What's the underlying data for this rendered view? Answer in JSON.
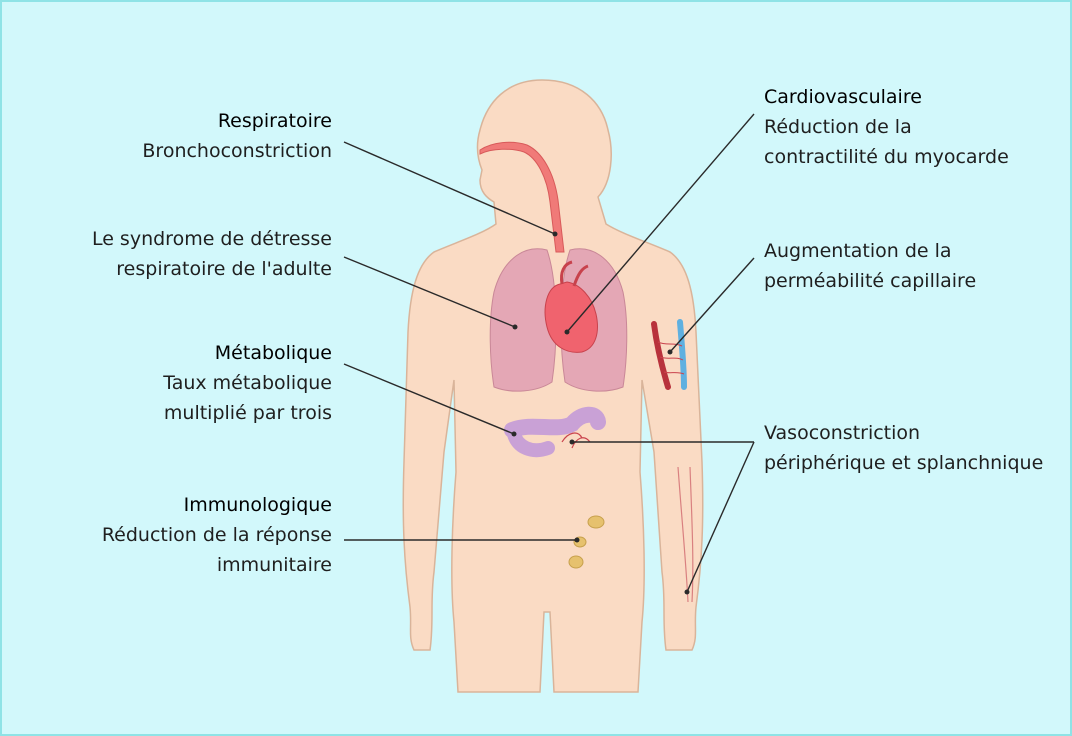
{
  "colors": {
    "background": "#d2f8fb",
    "frame": "#8fe3e6",
    "body": "#fadbc4",
    "body_outline": "#d9b49a",
    "lungs": "#e4a7b5",
    "heart": "#f0636e",
    "airway": "#f07a78",
    "intestine": "#c9a1d6",
    "lymph": "#e6c16e",
    "vessel_red": "#b8323c",
    "vessel_blue": "#5fb0e0",
    "leader": "#2a2a2a"
  },
  "labels": {
    "respiratoire": {
      "title": "Respiratoire",
      "line1": "Bronchoconstriction"
    },
    "sdra": {
      "line1": "Le syndrome de détresse",
      "line2": "respiratoire de l'adulte"
    },
    "metabolique": {
      "title": "Métabolique",
      "line1": "Taux métabolique",
      "line2": "multiplié par trois"
    },
    "immunologique": {
      "title": "Immunologique",
      "line1": "Réduction de la réponse",
      "line2": "immunitaire"
    },
    "cardiovasculaire": {
      "title": "Cardiovasculaire",
      "line1": "Réduction de la",
      "line2": "contractilité du myocarde"
    },
    "permeabilite": {
      "line1": "Augmentation de la",
      "line2": "perméabilité capillaire"
    },
    "vasoconstriction": {
      "line1": "Vasoconstriction",
      "line2": "périphérique et splanchnique"
    }
  }
}
